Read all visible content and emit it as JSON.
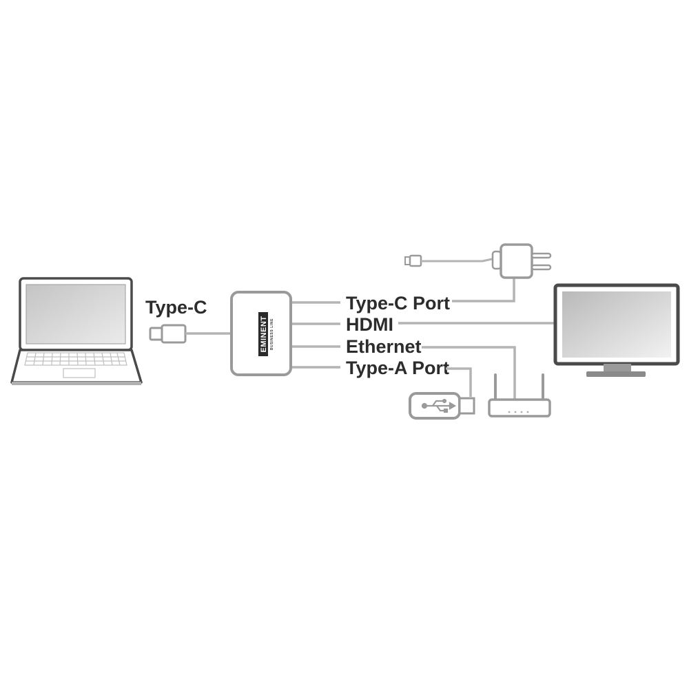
{
  "labels": {
    "input_port": "Type-C",
    "typec_port": "Type-C Port",
    "hdmi": "HDMI",
    "ethernet": "Ethernet",
    "typea_port": "Type-A Port"
  },
  "hub": {
    "brand": "EMINENT",
    "tagline": "BUSINESS LINE"
  },
  "icons": {
    "laptop": "laptop-icon",
    "monitor": "monitor-icon",
    "charger": "power-adapter-icon",
    "usb_stick": "usb-flash-drive-icon",
    "router": "wifi-router-icon"
  },
  "colors": {
    "line": "#b4b4b4",
    "outline": "#9a9a9a",
    "dark_outline": "#4a4a4a",
    "screen": "#d8d8d8",
    "text": "#2c2c2c"
  }
}
